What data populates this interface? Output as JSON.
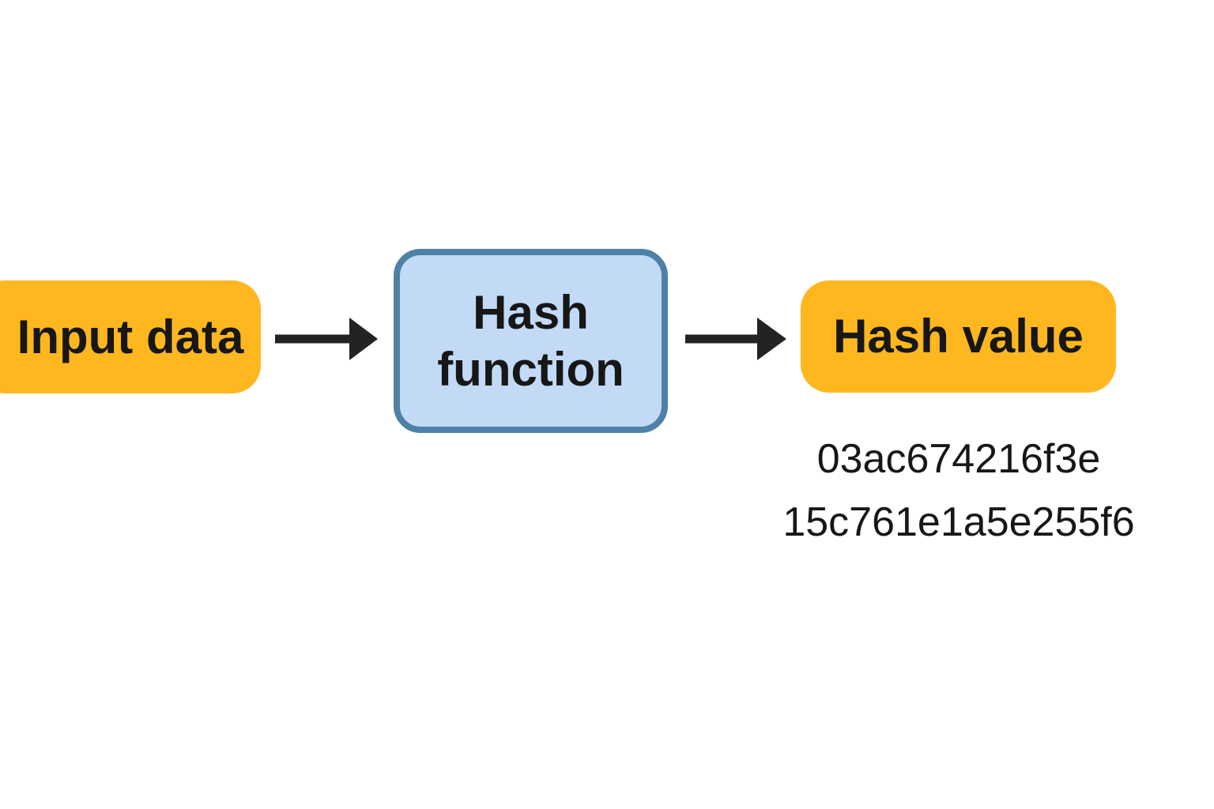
{
  "diagram": {
    "nodes": [
      {
        "label": "Input data",
        "type": "data",
        "shape": "rounded-rect-orange"
      },
      {
        "label": "Hash function",
        "type": "process",
        "shape": "rounded-rect-blue-bordered"
      },
      {
        "label": "Hash value",
        "type": "data",
        "shape": "rounded-rect-orange"
      }
    ],
    "arrows": [
      {
        "from": "Input data",
        "to": "Hash function",
        "direction": "right"
      },
      {
        "from": "Hash function",
        "to": "Hash value",
        "direction": "right"
      }
    ],
    "hash_output": {
      "line1": "03ac674216f3e",
      "line2": "15c761e1a5e255f6"
    },
    "colors": {
      "node_orange": "#FFB71F",
      "process_fill": "#C3DAF6",
      "process_border": "#4E81A8",
      "arrow": "#232325",
      "text": "#171717",
      "background": "#FFFFFF"
    }
  }
}
